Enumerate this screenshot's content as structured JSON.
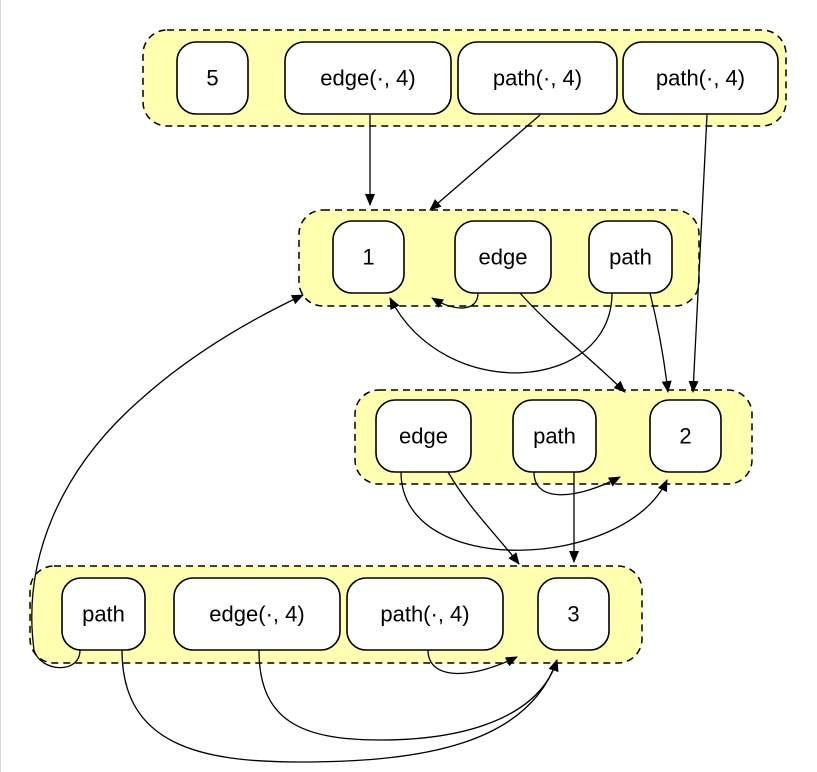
{
  "groups": [
    {
      "id": "g-top",
      "nodes": [
        {
          "id": "n5",
          "label": "5"
        },
        {
          "id": "n-edge-4-top",
          "label": "edge(·, 4)"
        },
        {
          "id": "n-path-4-top-a",
          "label": "path(·, 4)"
        },
        {
          "id": "n-path-4-top-b",
          "label": "path(·, 4)"
        }
      ]
    },
    {
      "id": "g-one",
      "nodes": [
        {
          "id": "n1",
          "label": "1"
        },
        {
          "id": "n-edge-g1",
          "label": "edge"
        },
        {
          "id": "n-path-g1",
          "label": "path"
        }
      ]
    },
    {
      "id": "g-two",
      "nodes": [
        {
          "id": "n-edge-g2",
          "label": "edge"
        },
        {
          "id": "n-path-g2",
          "label": "path"
        },
        {
          "id": "n2",
          "label": "2"
        }
      ]
    },
    {
      "id": "g-three",
      "nodes": [
        {
          "id": "n-path-g3",
          "label": "path"
        },
        {
          "id": "n-edge-4-g3",
          "label": "edge(·, 4)"
        },
        {
          "id": "n-path-4-g3",
          "label": "path(·, 4)"
        },
        {
          "id": "n3",
          "label": "3"
        }
      ]
    }
  ],
  "edges": [
    {
      "from": "n-edge-4-top",
      "to": "n1"
    },
    {
      "from": "n-path-4-top-a",
      "to": "n1"
    },
    {
      "from": "n-path-4-top-b",
      "to": "n2"
    },
    {
      "from": "n-edge-g1",
      "to": "n1"
    },
    {
      "from": "n-path-g1",
      "to": "n1"
    },
    {
      "from": "n-edge-g1",
      "to": "n2"
    },
    {
      "from": "n-path-g1",
      "to": "n2"
    },
    {
      "from": "n-path-g2",
      "to": "n2"
    },
    {
      "from": "n-path-g2",
      "to": "n3"
    },
    {
      "from": "n-edge-g2",
      "to": "n3"
    },
    {
      "from": "n-edge-g2",
      "to": "n2"
    },
    {
      "from": "n-path-g3",
      "to": "n1"
    },
    {
      "from": "n-path-g3",
      "to": "n3"
    },
    {
      "from": "n-edge-4-g3",
      "to": "n3"
    },
    {
      "from": "n-path-4-g3",
      "to": "n3"
    }
  ]
}
